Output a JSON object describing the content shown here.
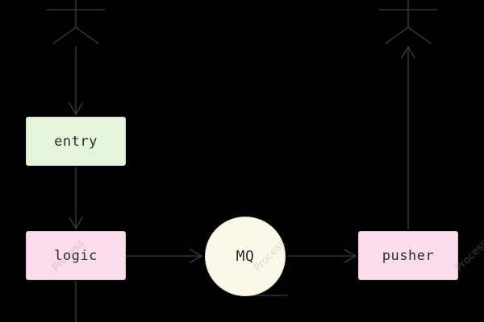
{
  "nodes": {
    "entry": "entry",
    "logic": "logic",
    "mq": "MQ",
    "pusher": "pusher"
  },
  "watermark": "Process",
  "colors": {
    "background": "#000000",
    "edge": "#3a3f44",
    "entry_fill": "#e4f5dc",
    "logic_fill": "#fbdcec",
    "pusher_fill": "#fbdcec",
    "mq_fill": "#fbf8ea"
  }
}
